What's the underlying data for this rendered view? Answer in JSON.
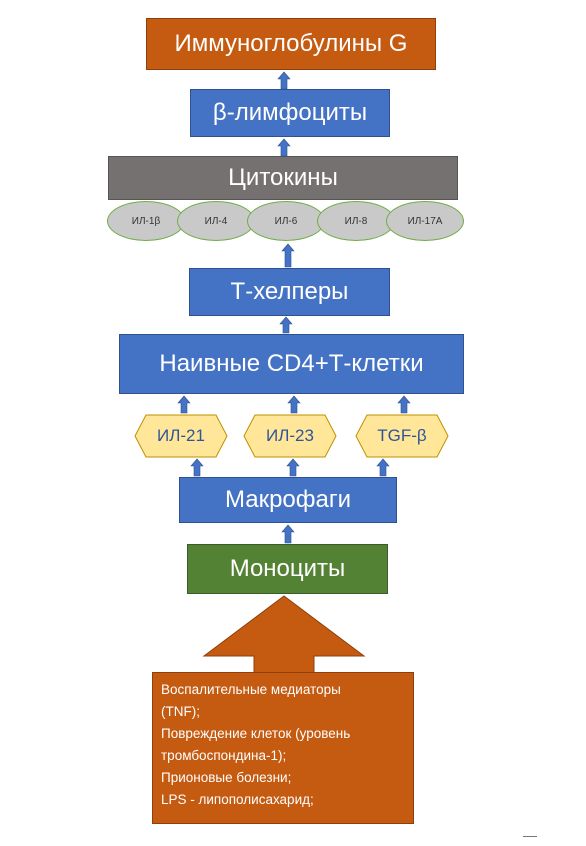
{
  "colors": {
    "orange": "#c55a11",
    "blue": "#4472c4",
    "grey": "#767171",
    "green": "#548235",
    "ellipse_fill": "#c9c9c9",
    "ellipse_border": "#70ad47",
    "hex_fill": "#ffe699",
    "hex_text": "#2f5597"
  },
  "nodes": {
    "igg": "Иммуноглобулины G",
    "b_lymphocytes": "β-лимфоциты",
    "cytokines": "Цитокины",
    "t_helpers": "Т-хелперы",
    "naive_cd4": "Наивные CD4+Т-клетки",
    "macrophages": "Макрофаги",
    "monocytes": "Моноциты"
  },
  "cytokine_list": [
    "ИЛ-1β",
    "ИЛ-4",
    "ИЛ-6",
    "ИЛ-8",
    "ИЛ-17А"
  ],
  "interleukins": [
    "ИЛ-21",
    "ИЛ-23",
    "TGF-β"
  ],
  "source": {
    "lines": [
      "Воспалительные медиаторы",
      "(TNF);",
      "Повреждение клеток (уровень",
      "тромбоспондина-1);",
      "Прионовые болезни;",
      "LPS - липополисахарид;"
    ]
  }
}
